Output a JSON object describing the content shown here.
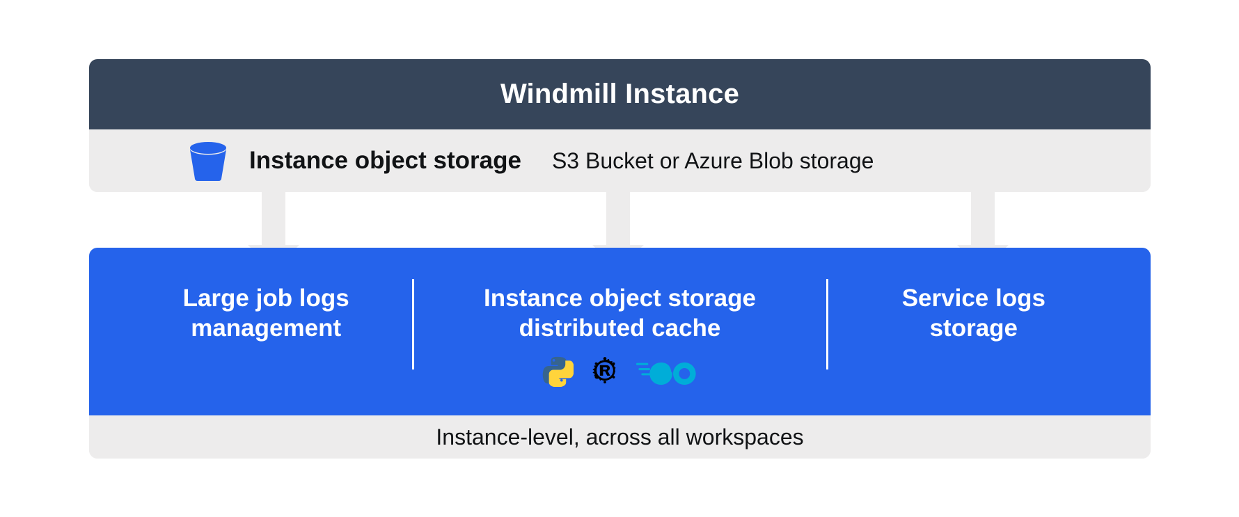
{
  "diagram": {
    "header": {
      "title": "Windmill Instance",
      "bg_color": "#36455a",
      "text_color": "#ffffff"
    },
    "storage_row": {
      "icon": "s3-bucket-icon",
      "label": "Instance object storage",
      "sublabel": "S3 Bucket or Azure Blob storage",
      "bg_color": "#edecec"
    },
    "connectors": [
      {
        "name": "arrow-to-large-job-logs"
      },
      {
        "name": "arrow-to-distributed-cache"
      },
      {
        "name": "arrow-to-service-logs"
      }
    ],
    "panel": {
      "bg_color": "#2563eb",
      "columns": [
        {
          "id": "large-job-logs-management",
          "title": "Large job logs\nmanagement",
          "logos": []
        },
        {
          "id": "instance-object-storage-distributed-cache",
          "title": "Instance object storage\ndistributed cache",
          "logos": [
            "python-logo",
            "rust-logo",
            "go-logo"
          ]
        },
        {
          "id": "service-logs-storage",
          "title": "Service logs\nstorage",
          "logos": []
        }
      ]
    },
    "footer": {
      "text": "Instance-level, across all workspaces",
      "bg_color": "#edecec"
    },
    "colors": {
      "accent_blue": "#2563eb",
      "dark_slate": "#36455a",
      "light_gray": "#edecec",
      "python_blue": "#366a96",
      "python_yellow": "#ffd43b",
      "rust_black": "#000000",
      "go_cyan": "#00add8"
    }
  }
}
